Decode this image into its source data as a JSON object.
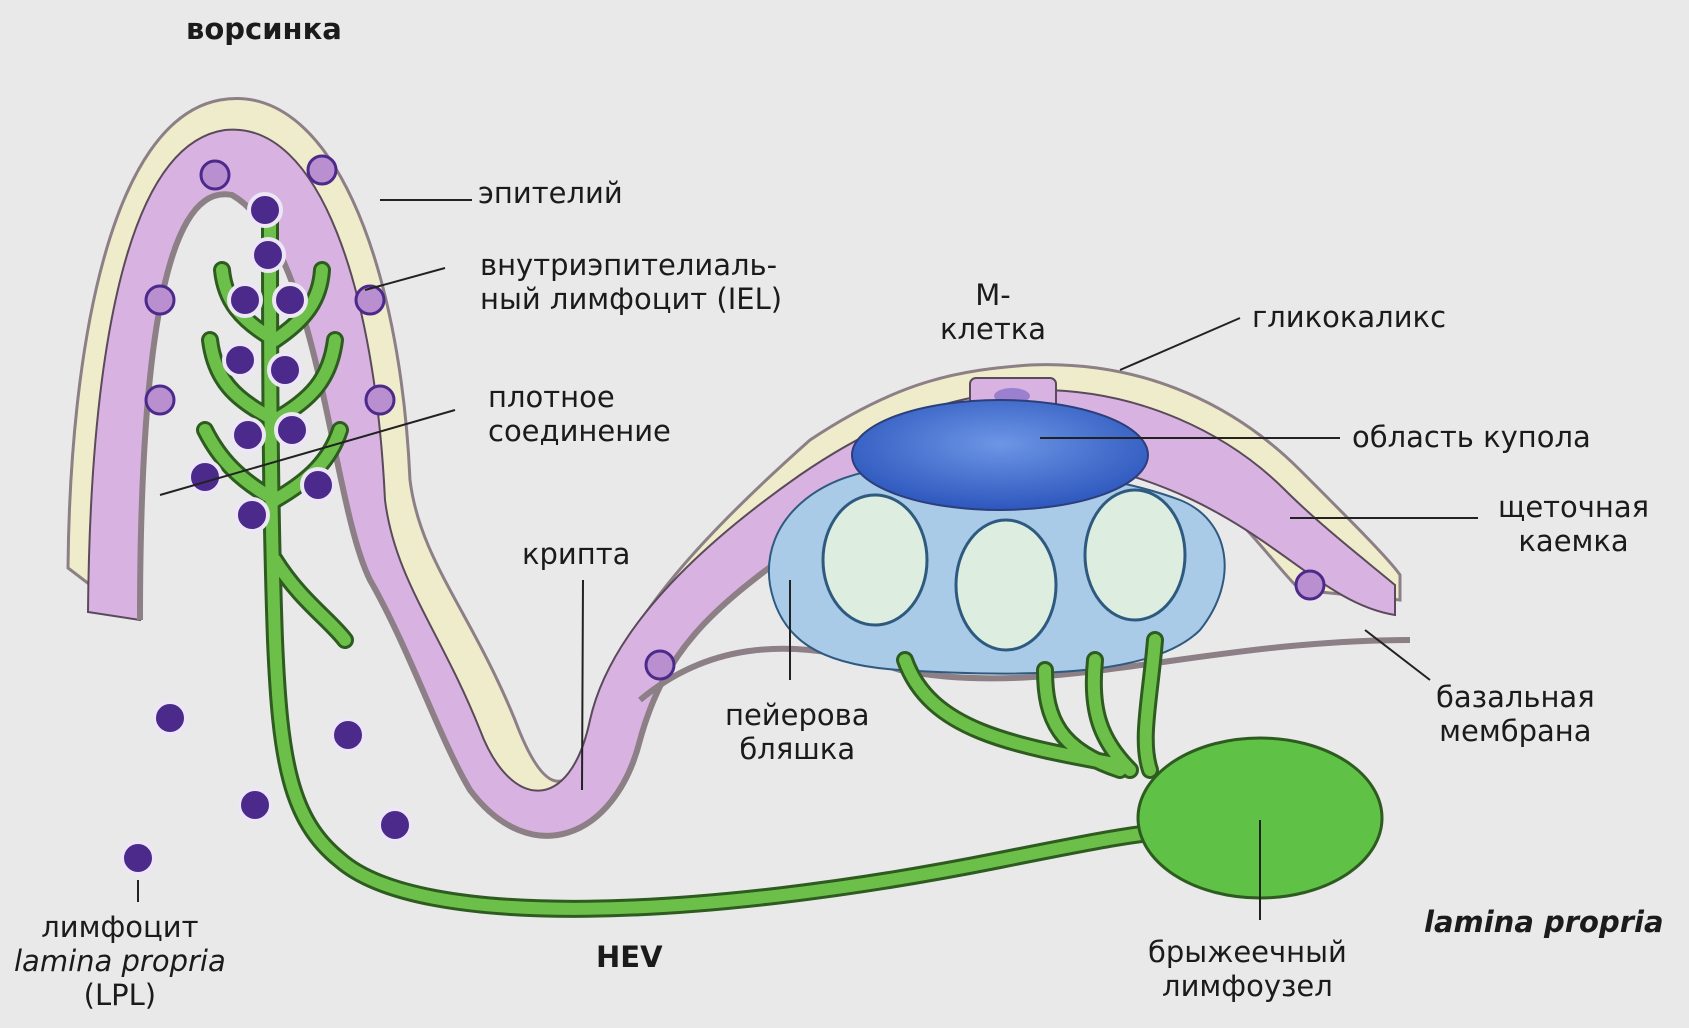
{
  "labels": {
    "villus": "ворсинка",
    "epithelium": "эпителий",
    "iel": [
      "внутриэпителиаль-",
      "ный лимфоцит (IEL)"
    ],
    "m_cell": [
      "М-",
      "клетка"
    ],
    "glycocalyx": "гликокаликс",
    "tight_junction": [
      "плотное",
      "соединение"
    ],
    "dome_area": "область купола",
    "brush_border": [
      "щеточная",
      "каемка"
    ],
    "crypt": "крипта",
    "peyers_patch": [
      "пейерова",
      "бляшка"
    ],
    "basal_membrane": [
      "базальная",
      "мембрана"
    ],
    "lpl": [
      "лимфоцит",
      "lamina propria",
      "(LPL)"
    ],
    "hev": "HEV",
    "mesenteric_node": [
      "брыжеечный",
      "лимфоузел"
    ],
    "lamina_propria": "lamina propria"
  },
  "colors": {
    "background": "#e9e9ea",
    "mucus_layer": "#efeccb",
    "epithelial_cell": "#d8b3e2",
    "basal_membrane": "#8c7f86",
    "lymph_vessel": "#6cc04a",
    "lymphocyte": "#4c2a8c",
    "dome": "#3f6fd0",
    "follicle_region": "#a9cbe7",
    "germinal_center": "#ddeee0",
    "lymph_node": "#5fc247"
  }
}
